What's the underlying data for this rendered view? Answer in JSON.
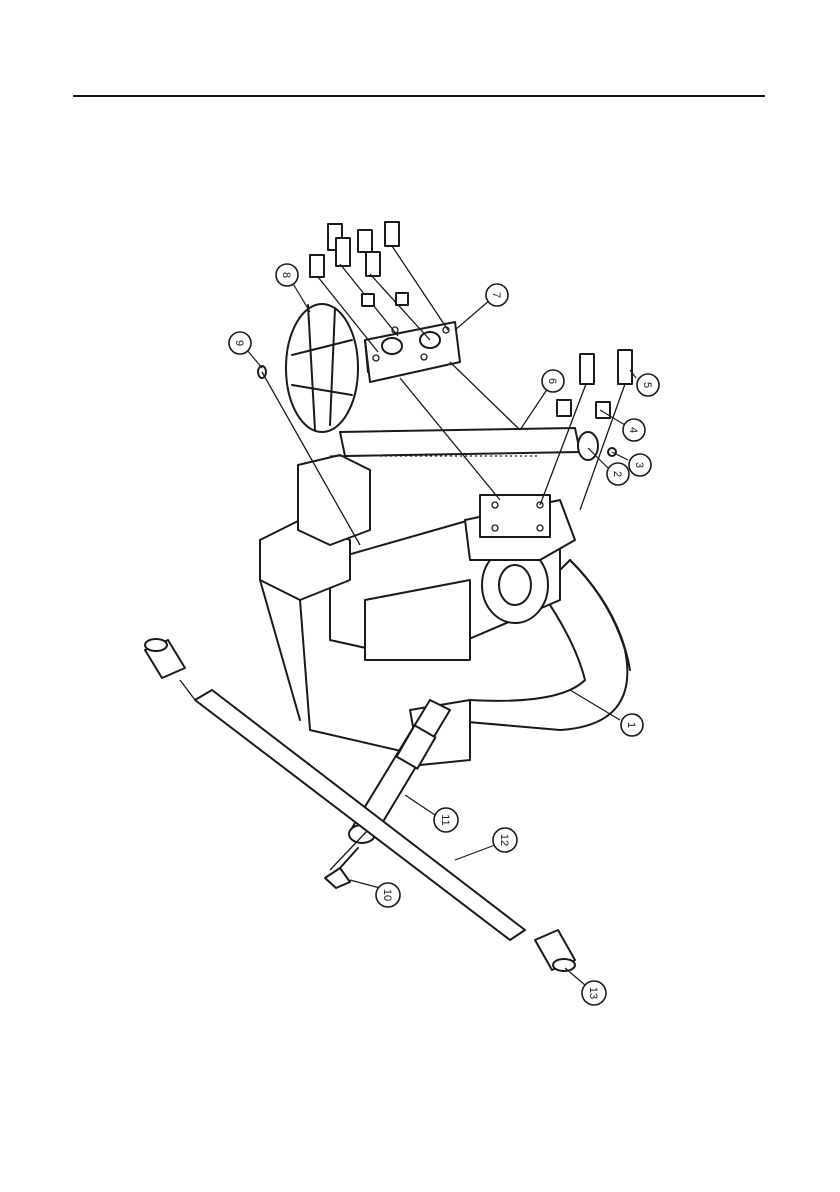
{
  "figure": {
    "callouts": [
      {
        "id": "callout-1",
        "label": "1"
      },
      {
        "id": "callout-2",
        "label": "2"
      },
      {
        "id": "callout-3",
        "label": "3"
      },
      {
        "id": "callout-4",
        "label": "4"
      },
      {
        "id": "callout-5",
        "label": "5"
      },
      {
        "id": "callout-6",
        "label": "6"
      },
      {
        "id": "callout-7",
        "label": "7"
      },
      {
        "id": "callout-8",
        "label": "8"
      },
      {
        "id": "callout-9",
        "label": "9"
      },
      {
        "id": "callout-10",
        "label": "10"
      },
      {
        "id": "callout-11",
        "label": "11"
      },
      {
        "id": "callout-12",
        "label": "12"
      },
      {
        "id": "callout-13",
        "label": "13"
      }
    ]
  }
}
